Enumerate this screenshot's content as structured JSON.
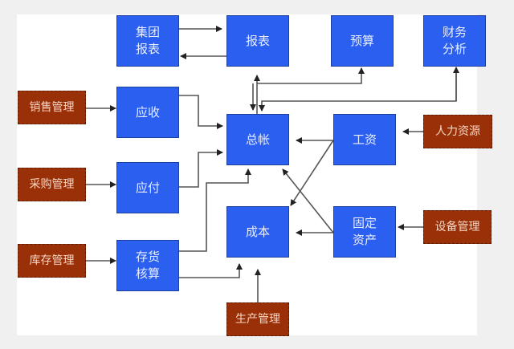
{
  "diagram": {
    "nodes": {
      "group_report": "集团\n报表",
      "report": "报表",
      "budget": "预算",
      "fin_analysis": "财务\n分析",
      "receivable": "应收",
      "payable": "应付",
      "inventory_acct": "存货\n核算",
      "ledger": "总帐",
      "cost": "成本",
      "payroll": "工资",
      "fixed_assets": "固定\n资产",
      "sales_mgmt": "销售管理",
      "purchase_mgmt": "采购管理",
      "stock_mgmt": "库存管理",
      "production_mgmt": "生产管理",
      "hr": "人力资源",
      "equipment_mgmt": "设备管理"
    },
    "edges": [
      {
        "from": "group_report",
        "to": "report"
      },
      {
        "from": "report",
        "to": "group_report"
      },
      {
        "from": "sales_mgmt",
        "to": "receivable"
      },
      {
        "from": "purchase_mgmt",
        "to": "payable"
      },
      {
        "from": "stock_mgmt",
        "to": "inventory_acct"
      },
      {
        "from": "receivable",
        "to": "ledger"
      },
      {
        "from": "payable",
        "to": "ledger"
      },
      {
        "from": "inventory_acct",
        "to": "ledger"
      },
      {
        "from": "inventory_acct",
        "to": "cost"
      },
      {
        "from": "production_mgmt",
        "to": "cost"
      },
      {
        "from": "ledger",
        "to": "report"
      },
      {
        "from": "report",
        "to": "ledger"
      },
      {
        "from": "ledger",
        "to": "budget"
      },
      {
        "from": "fin_analysis",
        "to": "ledger"
      },
      {
        "from": "ledger",
        "to": "fin_analysis"
      },
      {
        "from": "hr",
        "to": "payroll"
      },
      {
        "from": "payroll",
        "to": "ledger"
      },
      {
        "from": "payroll",
        "to": "cost"
      },
      {
        "from": "equipment_mgmt",
        "to": "fixed_assets"
      },
      {
        "from": "fixed_assets",
        "to": "cost"
      },
      {
        "from": "fixed_assets",
        "to": "ledger"
      }
    ]
  },
  "colors": {
    "module_fill": "#2b5ff0",
    "external_fill": "#9a3008",
    "arrow": "#555555"
  }
}
